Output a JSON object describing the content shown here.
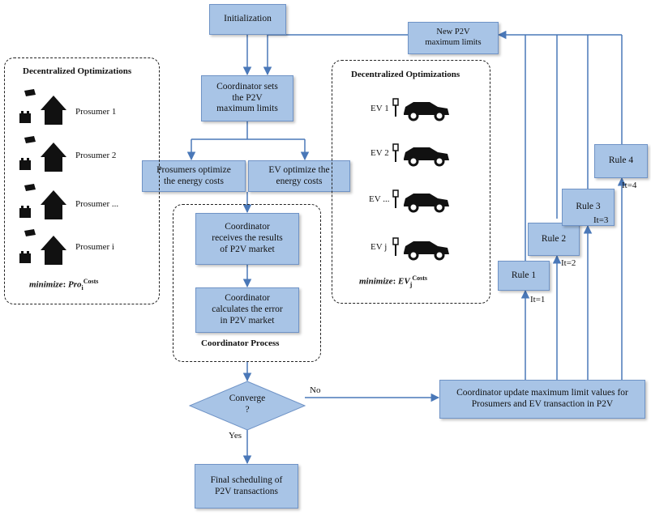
{
  "flow": {
    "init": "Initialization",
    "coordinator_sets": "Coordinator sets\nthe P2V\nmaximum  limits",
    "prosumers_opt": "Prosumers optimize\nthe energy costs",
    "ev_opt": "EV optimize the\nenergy costs",
    "coord_receives": "Coordinator\nreceives the results\nof P2V market",
    "coord_calculates": "Coordinator\ncalculates the error\nin P2V market",
    "coord_process": "Coordinator Process",
    "converge": "Converge\n?",
    "no": "No",
    "yes": "Yes",
    "final": "Final scheduling of\nP2V transactions",
    "update": "Coordinator update maximum limit values for\nProsumers and EV transaction in P2V",
    "new_limits": "New P2V\nmaximum  limits"
  },
  "prosumer_panel": {
    "title": "Decentralized Optimizations",
    "items": [
      "Prosumer 1",
      "Prosumer 2",
      "Prosumer ...",
      "Prosumer i"
    ],
    "minimize_prefix": "minimize",
    "minimize_var": "Pro",
    "minimize_sub": "i",
    "minimize_sup": "Costs"
  },
  "ev_panel": {
    "title": "Decentralized Optimizations",
    "items": [
      "EV 1",
      "EV 2",
      "EV ...",
      "EV j"
    ],
    "minimize_prefix": "minimize",
    "minimize_var": "EV",
    "minimize_sub": "j",
    "minimize_sup": "Costs"
  },
  "rules": [
    {
      "label": "Rule 1",
      "iter": "It=1"
    },
    {
      "label": "Rule 2",
      "iter": "It=2"
    },
    {
      "label": "Rule 3",
      "iter": "It=3"
    },
    {
      "label": "Rule 4",
      "iter": "It=4"
    }
  ],
  "colors": {
    "box_fill": "#a8c4e6",
    "box_border": "#6f93c6",
    "arrow": "#4a78b8"
  },
  "icons": [
    "house-solar-battery-icon",
    "ev-plug-icon",
    "car-icon"
  ]
}
